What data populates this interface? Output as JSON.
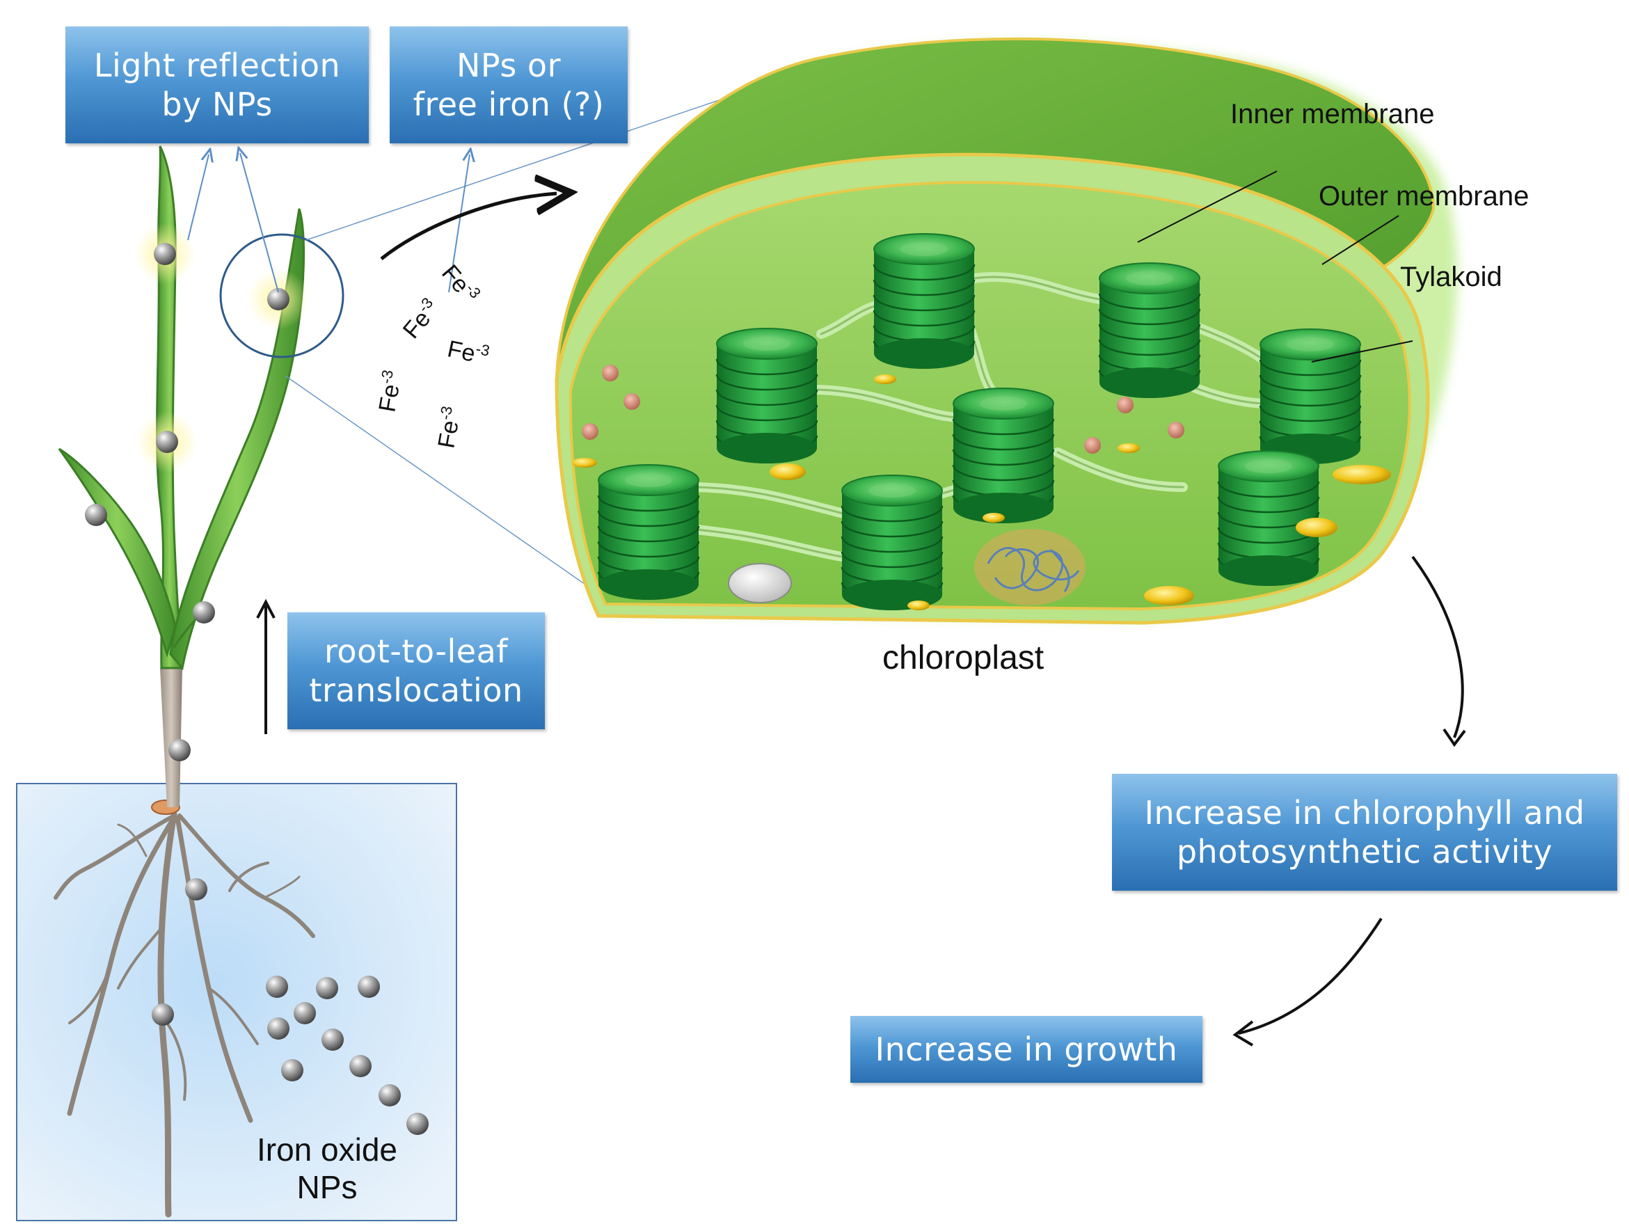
{
  "boxes": {
    "light_reflection": [
      "Light reflection",
      "by NPs"
    ],
    "nps_or_free_iron": [
      "NPs or",
      "free iron (?)"
    ],
    "root_to_leaf": [
      "root-to-leaf",
      "translocation"
    ],
    "increase_chlorophyll": [
      "Increase in chlorophyll and",
      "photosynthetic activity"
    ],
    "increase_growth": "Increase in growth"
  },
  "labels": {
    "inner_membrane": "Inner membrane",
    "outer_membrane": "Outer membrane",
    "tylakoid": "Tylakoid",
    "chloroplast": "chloroplast",
    "iron_oxide": [
      "Iron oxide",
      "NPs"
    ]
  },
  "ions": {
    "base": "Fe",
    "charge": "-3"
  },
  "colors": {
    "box_top": "#8ec3ec",
    "box_bottom": "#2a6fb2",
    "chloroplast_green": "#7cc443",
    "thylakoid_green": "#1f9a3a",
    "membrane_yellow": "#e9c94a",
    "root_bg": "#d6e8f7",
    "leaf_green": "#5aa83a"
  }
}
